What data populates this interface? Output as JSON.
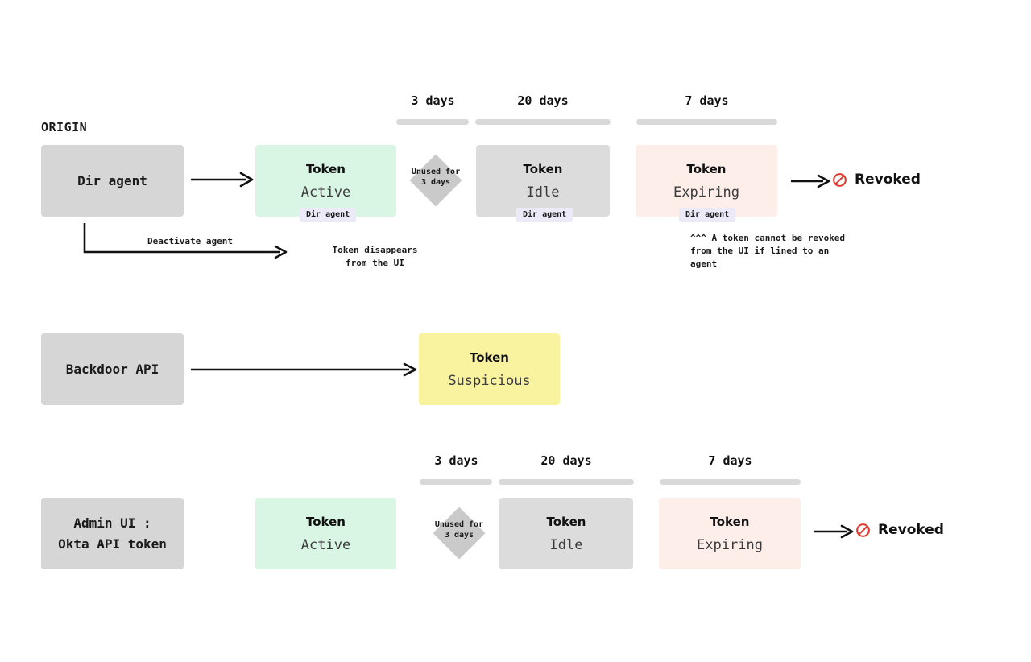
{
  "diagram": {
    "origin_label": "ORIGIN",
    "rows": [
      {
        "id": "dir-agent-row",
        "source": {
          "label": "Dir agent"
        },
        "states": [
          {
            "title": "Token",
            "state": "Active",
            "badge": "Dir agent"
          },
          {
            "title": "Token",
            "state": "Idle",
            "badge": "Dir agent"
          },
          {
            "title": "Token",
            "state": "Expiring",
            "badge": "Dir agent"
          }
        ],
        "timeline": [
          {
            "label": "3 days"
          },
          {
            "label": "20 days"
          },
          {
            "label": "7 days"
          }
        ],
        "gate": {
          "text": "Unused for\n3 days"
        },
        "terminal": {
          "icon": "prohibition-icon",
          "label": "Revoked"
        },
        "branch": {
          "arrow_label": "Deactivate agent",
          "result": "Token disappears\nfrom the UI"
        },
        "footnote": "^^^ A token cannot be revoked\nfrom the UI if lined to an\nagent"
      },
      {
        "id": "backdoor-api-row",
        "source": {
          "label": "Backdoor API"
        },
        "states": [
          {
            "title": "Token",
            "state": "Suspicious"
          }
        ]
      },
      {
        "id": "admin-ui-row",
        "source": {
          "label": "Admin UI :\nOkta API token"
        },
        "states": [
          {
            "title": "Token",
            "state": "Active"
          },
          {
            "title": "Token",
            "state": "Idle"
          },
          {
            "title": "Token",
            "state": "Expiring"
          }
        ],
        "timeline": [
          {
            "label": "3 days"
          },
          {
            "label": "20 days"
          },
          {
            "label": "7 days"
          }
        ],
        "gate": {
          "text": "Unused for\n3 days"
        },
        "terminal": {
          "icon": "prohibition-icon",
          "label": "Revoked"
        }
      }
    ],
    "colors": {
      "source_box": "#d6d6d6",
      "active": "#d9f5e3",
      "idle": "#dcdcdc",
      "expiring": "#fdeeea",
      "suspicious": "#f9f29e",
      "badge": "#eceaf8",
      "timeline_bar": "#d9d9d9",
      "gate_diamond": "#cacaca",
      "revoked_icon": "#e03a2f",
      "line": "#111111"
    }
  }
}
